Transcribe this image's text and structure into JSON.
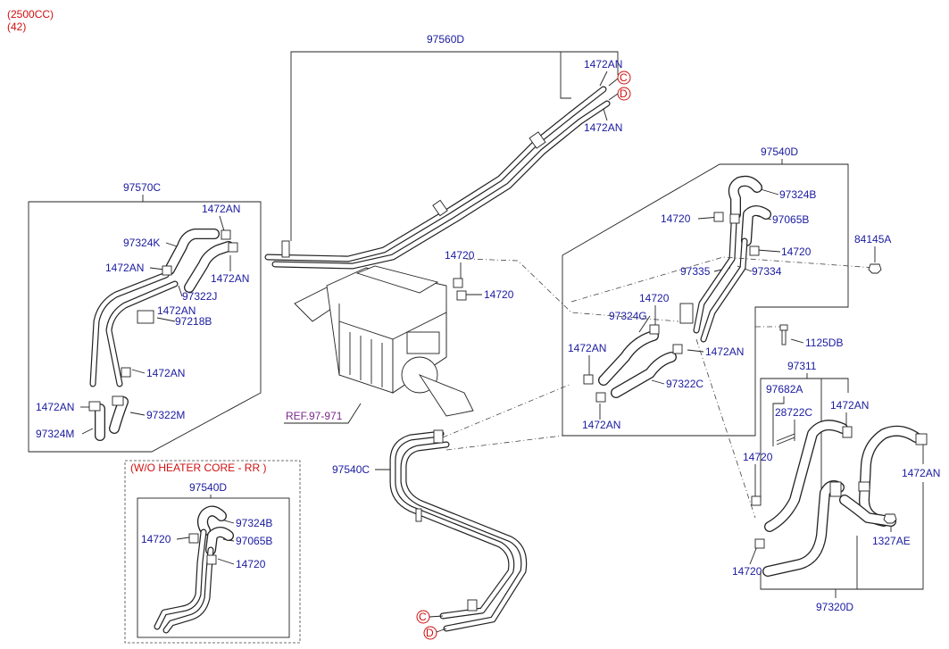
{
  "header": {
    "engine": "(2500CC)",
    "code": "(42)"
  },
  "connectors": {
    "c": "C",
    "d": "D"
  },
  "labels": {
    "p97560D": "97560D",
    "p97570C": "97570C",
    "p97540D": "97540D",
    "p97540C": "97540C",
    "p84145A": "84145A",
    "p97324B": "97324B",
    "p97065B": "97065B",
    "p97335": "97335",
    "p97334": "97334",
    "p97324G": "97324G",
    "p97322C": "97322C",
    "p1125DB": "1125DB",
    "p97311": "97311",
    "p97682A": "97682A",
    "p28722C": "28722C",
    "p1327AE": "1327AE",
    "p97320D": "97320D",
    "p97324K": "97324K",
    "p97322J": "97322J",
    "p97218B": "97218B",
    "p97322M": "97322M",
    "p97324M": "97324M",
    "p1472AN": "1472AN",
    "p14720": "14720",
    "ref": "REF.97-971",
    "woHeater": "(W/O HEATER CORE - RR )",
    "inset97540D": "97540D",
    "inset97324B": "97324B",
    "inset97065B": "97065B",
    "inset14720": "14720"
  }
}
